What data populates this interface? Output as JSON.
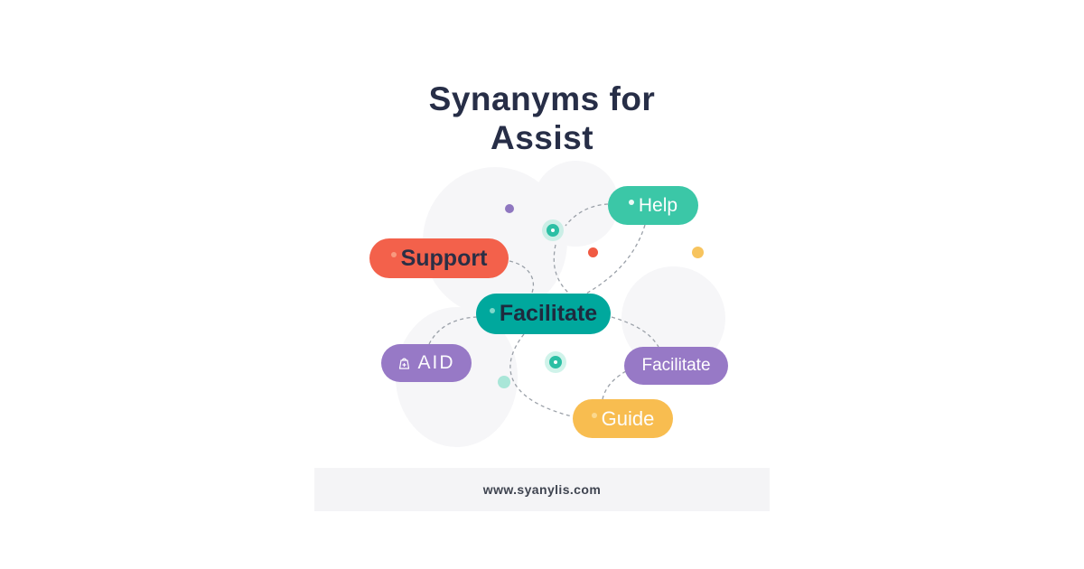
{
  "title": {
    "line1": "Synanyms for",
    "line2": "Assist"
  },
  "nodes": {
    "help": {
      "label": "Help",
      "fill": "#3BC7A7",
      "text_color": "#FFFFFF",
      "dot_color": "#FFFFFF"
    },
    "support": {
      "label": "Support",
      "fill": "#F3614B",
      "text_color": "#2A2F45",
      "dot_color": "#F89A7F"
    },
    "facilitate_center": {
      "label": "Facilitate",
      "fill": "#00A89D",
      "text_color": "#1E2A3E",
      "dot_color": "#7FD8CB"
    },
    "aid": {
      "label": "AID",
      "fill": "#9779C6",
      "text_color": "#FFFFFF",
      "icon": "aid-icon"
    },
    "facilitate_right": {
      "label": "Facilitate",
      "fill": "#9779C6",
      "text_color": "#FFFFFF"
    },
    "guide": {
      "label": "Guide",
      "fill": "#F8BD50",
      "text_color": "#FFFFFF",
      "dot_color": "#FBD88E"
    }
  },
  "decorations": {
    "dots": [
      {
        "name": "purple-dot",
        "color": "#8F77C0"
      },
      {
        "name": "orange-dot",
        "color": "#F05A43"
      },
      {
        "name": "yellow-dot",
        "color": "#F7C45E"
      },
      {
        "name": "mint-dot",
        "color": "#A9E6D8"
      }
    ],
    "rings": [
      {
        "name": "teal-ring-top",
        "color": "#2BBFA4"
      },
      {
        "name": "teal-ring-bottom",
        "color": "#2BBFA4"
      }
    ],
    "connector_color": "#9AA0A8"
  },
  "footer": {
    "website": "www.syanylis.com"
  }
}
